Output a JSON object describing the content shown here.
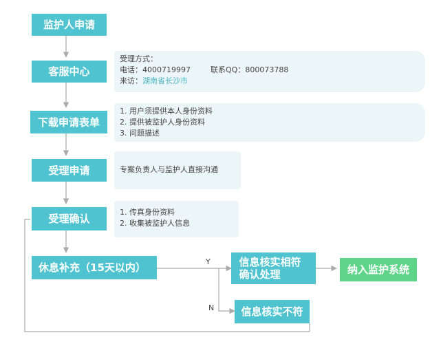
{
  "steps": {
    "apply": "监护人申请",
    "service": "客服中心",
    "download": "下载申请表单",
    "accept": "受理申请",
    "confirm": "受理确认",
    "supplement": "休息补充（15天以内）",
    "verified": "信息核实相符确认处理",
    "system": "纳入监护系统",
    "mismatch": "信息核实不符"
  },
  "notes": {
    "service": {
      "line1": "受理方式：",
      "phone_label": "电话：",
      "phone": "4000719997",
      "qq_label": "联系QQ：",
      "qq": "800073788",
      "visit_label": "来访：",
      "visit": "湖南省长沙市"
    },
    "download": [
      "1. 用户须提供本人身份资料",
      "2. 提供被监护人身份资料",
      "3. 问题描述"
    ],
    "accept": "专案负责人与监护人直接沟通",
    "confirm": [
      "1. 传真身份资料",
      "2. 收集被监护人信息"
    ]
  },
  "branches": {
    "yes": "Y",
    "no": "N"
  },
  "colors": {
    "box": "#4fc3cf",
    "final": "#5ed489",
    "note": "#ecf5f7",
    "arrow": "#aaaaaa"
  }
}
